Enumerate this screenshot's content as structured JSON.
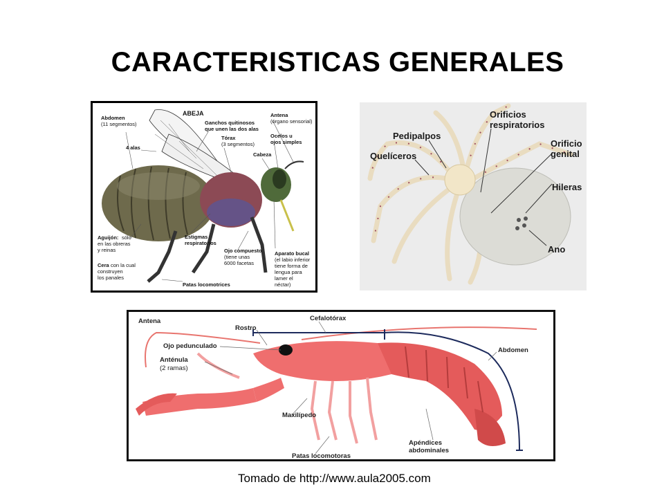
{
  "title": "CARACTERISTICAS GENERALES",
  "caption": "Tomado de http://www.aula2005.com",
  "bee": {
    "name": "ABEJA",
    "abdomen": "Abdomen",
    "abdomen_sub": "(11 segmentos)",
    "alas": "4 alas",
    "ganchos_1": "Ganchos quitinosos",
    "ganchos_2": "que unen las dos alas",
    "torax": "Tórax",
    "torax_sub": "(3 segmentos)",
    "antena": "Antena",
    "antena_sub": "(órgano sensorial)",
    "ocelos_1": "Ocelos u",
    "ocelos_2": "ojos simples",
    "cabeza": "Cabeza",
    "aguijon": "Aguijón:",
    "aguijon_1": "sólo",
    "aguijon_2": "en las obreras",
    "aguijon_3": "y reinas",
    "cera": "Cera",
    "cera_1": "con la cual",
    "cera_2": "construyen",
    "cera_3": "los panales",
    "estigmas_1": "Estigmas",
    "estigmas_2": "respiratorios",
    "ojo": "Ojo compuesto",
    "ojo_1": "(tiene  unas",
    "ojo_2": "6000 facetas",
    "aparato": "Aparato bucal",
    "aparato_1": "(el labio inferior",
    "aparato_2": "tiene  forma de",
    "aparato_3": "lengua para",
    "aparato_4": "lamer  el",
    "aparato_5": "néctar)",
    "patas": "Patas locomotrices"
  },
  "spider": {
    "pedipalpos": "Pedipalpos",
    "orificios_1": "Orificios",
    "orificios_2": "respiratorios",
    "orificio_1": "Orificio",
    "orificio_2": "genital",
    "queliceros": "Quelíceros",
    "hileras": "Hileras",
    "ano": "Ano"
  },
  "shrimp": {
    "antena": "Antena",
    "cefalotorax": "Cefalotórax",
    "rostro": "Rostro",
    "ojo": "Ojo pedunculado",
    "antenula": "Anténula",
    "antenula_sub": "(2 ramas)",
    "abdomen": "Abdomen",
    "maxilipedo": "Maxilípedo",
    "apendices_1": "Apéndices",
    "apendices_2": "abdominales",
    "patas": "Patas locomotoras"
  },
  "colors": {
    "bee_body": "#6e6a4c",
    "bee_thorax": "#8c4a55",
    "spider_body": "#f2e6c8",
    "shrimp_body": "#ef6e6e",
    "shrimp_line": "#1c2a5c"
  }
}
